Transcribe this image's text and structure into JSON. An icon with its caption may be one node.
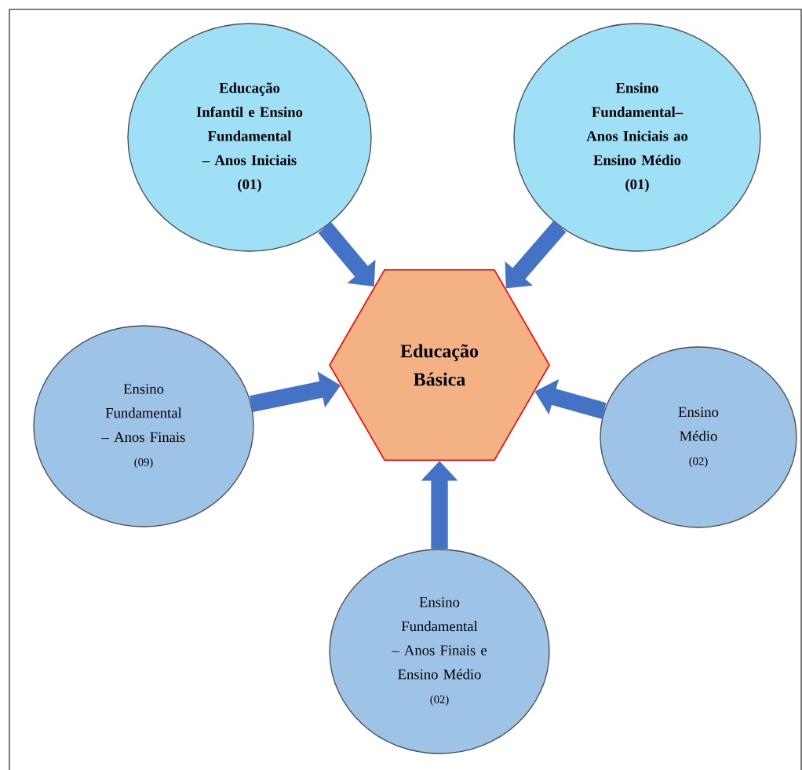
{
  "diagram": {
    "nodes": [
      {
        "text": [
          "Educação Básica"
        ]
      },
      {
        "text": [
          "Educação Infantil e Ensino Fundamental – Anos Iniciais",
          "(01)"
        ]
      },
      {
        "text": [
          "Ensino Fundamental– Anos Iniciais ao Ensino Médio",
          "(01)"
        ]
      },
      {
        "text": [
          "Ensino Fundamental – Anos Finais",
          "(09)"
        ]
      },
      {
        "text": [
          "Ensino Médio",
          "(02)"
        ]
      },
      {
        "text": [
          "Ensino Fundamental – Anos Finais e Ensino Médio",
          "(02)"
        ]
      }
    ],
    "edges": [
      {
        "from": 1,
        "to": 0,
        "arrow": "to"
      },
      {
        "from": 2,
        "to": 0,
        "arrow": "to"
      },
      {
        "from": 3,
        "to": 0,
        "arrow": "to"
      },
      {
        "from": 4,
        "to": 0,
        "arrow": "to"
      },
      {
        "from": 5,
        "to": 0,
        "arrow": "to"
      }
    ]
  }
}
